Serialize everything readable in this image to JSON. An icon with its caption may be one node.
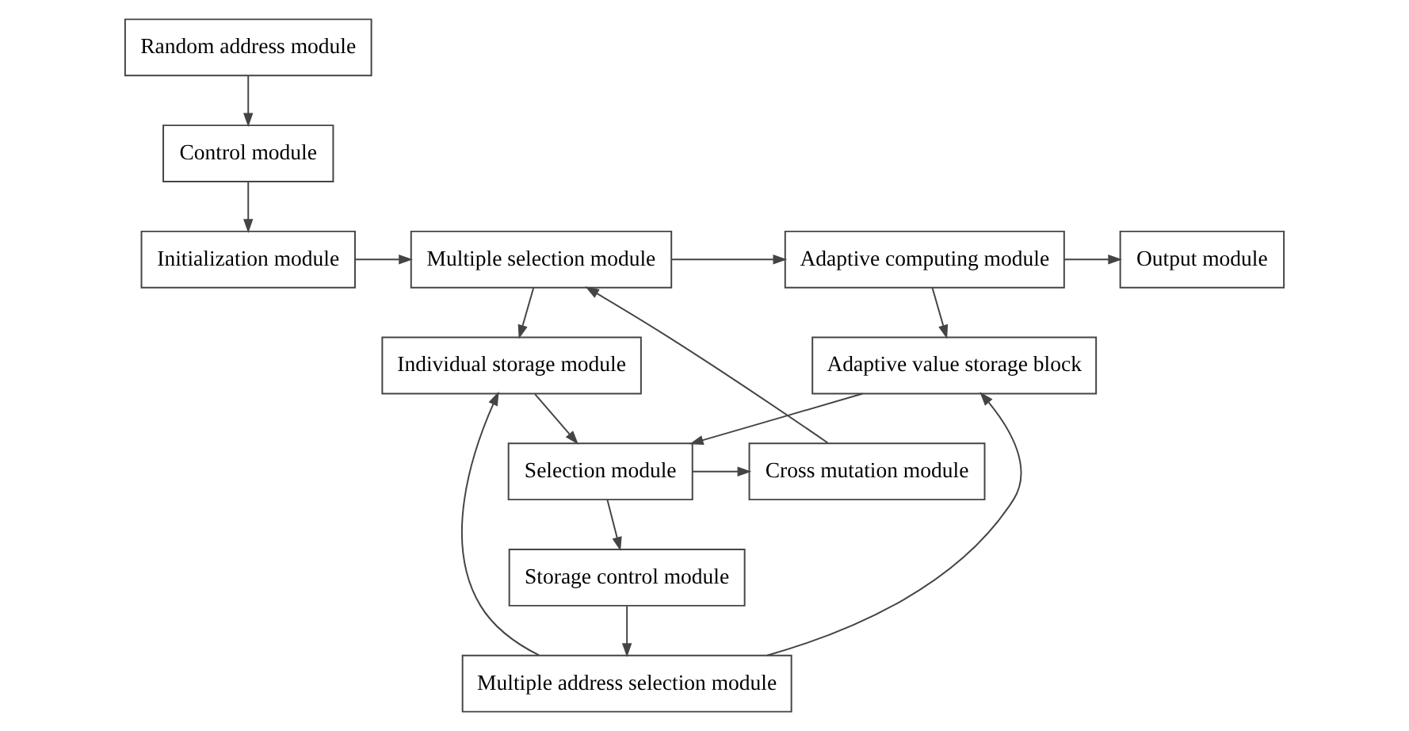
{
  "diagram": {
    "nodes": [
      {
        "text": [
          "Initialization module"
        ]
      },
      {
        "text": [
          "Multiple selection module"
        ]
      },
      {
        "text": [
          "Adaptive computing module"
        ]
      },
      {
        "text": [
          "Output module"
        ]
      },
      {
        "text": [
          "Control module"
        ]
      },
      {
        "text": [
          "Multiple address selection module"
        ]
      },
      {
        "text": [
          "Individual storage module"
        ]
      },
      {
        "text": [
          "Adaptive value storage block"
        ]
      },
      {
        "text": [
          "Random address module"
        ]
      },
      {
        "text": [
          "Selection module"
        ]
      },
      {
        "text": [
          "Cross mutation module"
        ]
      },
      {
        "text": [
          "Storage control module"
        ]
      }
    ],
    "edges": [
      {
        "from": 0,
        "to": 1,
        "arrow": "to"
      },
      {
        "from": 1,
        "to": 2,
        "arrow": "to"
      },
      {
        "from": 2,
        "to": 3,
        "arrow": "to"
      },
      {
        "from": 4,
        "to": 0,
        "arrow": "to"
      },
      {
        "from": 8,
        "to": 4,
        "arrow": "to"
      },
      {
        "from": 1,
        "to": 6,
        "arrow": "to"
      },
      {
        "from": 11,
        "to": 5,
        "arrow": "to"
      },
      {
        "from": 5,
        "to": 6,
        "arrow": "to"
      },
      {
        "from": 5,
        "to": 7,
        "arrow": "to"
      },
      {
        "from": 2,
        "to": 7,
        "arrow": "to"
      },
      {
        "from": 6,
        "to": 9,
        "arrow": "to"
      },
      {
        "from": 7,
        "to": 9,
        "arrow": "to"
      },
      {
        "from": 9,
        "to": 10,
        "arrow": "to"
      },
      {
        "from": 9,
        "to": 11,
        "arrow": "to"
      },
      {
        "from": 10,
        "to": 1,
        "arrow": "to"
      }
    ]
  }
}
